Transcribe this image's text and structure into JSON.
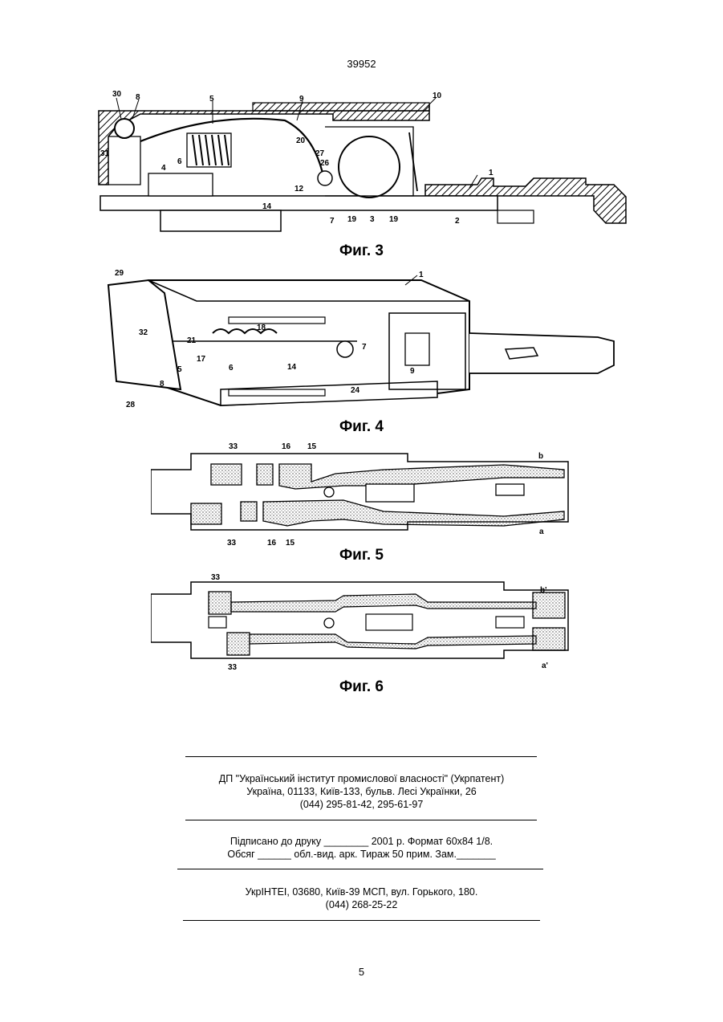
{
  "doc_number": "39952",
  "figures": [
    {
      "caption": "Фиг. 3",
      "labels": [
        "30",
        "8",
        "5",
        "9",
        "10",
        "31",
        "6",
        "4",
        "20",
        "27",
        "26",
        "12",
        "14",
        "7",
        "19",
        "3",
        "19",
        "2",
        "1"
      ]
    },
    {
      "caption": "Фиг. 4",
      "labels": [
        "29",
        "1",
        "32",
        "21",
        "18",
        "17",
        "6",
        "5",
        "8",
        "28",
        "14",
        "7",
        "9",
        "24"
      ]
    },
    {
      "caption": "Фиг. 5",
      "labels": [
        "33",
        "16",
        "15",
        "b",
        "33",
        "16",
        "15",
        "a"
      ]
    },
    {
      "caption": "Фиг. 6",
      "labels": [
        "33",
        "b'",
        "33",
        "a'"
      ]
    }
  ],
  "imprint": {
    "publisher": [
      "ДП \"Український інститут промислової власності\" (Укрпатент)",
      "Україна, 01133, Київ-133, бульв. Лесі Українки, 26",
      "(044) 295-81-42, 295-61-97"
    ],
    "print_info": [
      "Підписано до друку ________ 2001 р.    Формат 60х84 1/8.",
      "Обсяг ______ обл.-вид. арк.   Тираж 50 прим.    Зам._______"
    ],
    "printer": [
      "УкрІНТЕІ, 03680, Київ-39 МСП, вул. Горького, 180.",
      "(044) 268-25-22"
    ]
  },
  "page_number": "5"
}
